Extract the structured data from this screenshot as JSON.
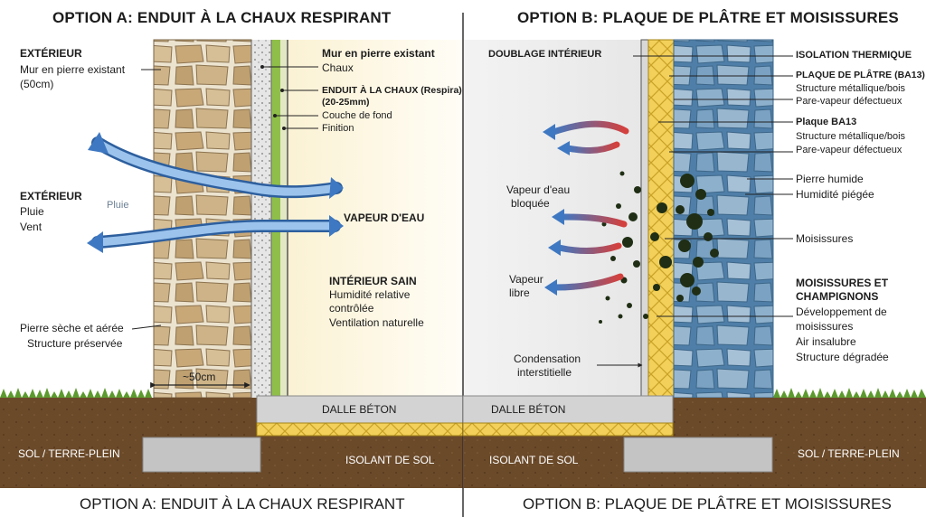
{
  "header": {
    "title_a": "OPTION A: ENDUIT À LA CHAUX RESPIRANT",
    "title_b": "OPTION B: PLAQUE DE PLÂTRE ET MOISISSURES"
  },
  "footer": {
    "title_a": "OPTION A: ENDUIT À LA CHAUX RESPIRANT",
    "title_b": "OPTION B: PLAQUE DE PLÂTRE ET MOISISSURES"
  },
  "left": {
    "exterior_title": "EXTÉRIEUR",
    "exterior_wall": "Mur en pierre existant",
    "exterior_thickness": "(50cm)",
    "weather_title": "EXTÉRIEUR",
    "weather_rain": "Pluie",
    "weather_wind": "Vent",
    "rain_tag": "Pluie",
    "dry_stone": "Pierre sèche et aérée",
    "structure_ok": "Structure préservée",
    "width_label": "~50cm",
    "wall_title": "Mur en pierre existant",
    "lime": "Chaux",
    "render_title_1": "ENDUIT À LA CHAUX (Respira)",
    "render_title_2": "(20-25mm)",
    "base_coat": "Couche de fond",
    "finish": "Finition",
    "vapour": "VAPEUR D'EAU",
    "healthy_title": "INTÉRIEUR SAIN",
    "healthy_1": "Humidité relative",
    "healthy_2": "contrôlée",
    "healthy_3": "Ventilation naturelle",
    "slab": "DALLE BÉTON",
    "soil": "SOL / TERRE-PLEIN",
    "floor_insulation": "ISOLANT DE SOL"
  },
  "right": {
    "lining": "DOUBLAGE INTÉRIEUR",
    "blocked_1": "Vapeur d'eau",
    "blocked_2": "bloquée",
    "free_1": "Vapeur",
    "free_2": "libre",
    "condensation_1": "Condensation",
    "condensation_2": "interstitielle",
    "insulation": "ISOLATION THERMIQUE",
    "board_1_title": "PLAQUE DE PLÂTRE (BA13)",
    "board_1_line1": "Structure métallique/bois",
    "board_1_line2": "Pare-vapeur défectueux",
    "board_2_title": "Plaque BA13",
    "board_2_line1": "Structure métallique/bois",
    "board_2_line2": "Pare-vapeur défectueux",
    "wet_stone": "Pierre humide",
    "trapped": "Humidité piégée",
    "mould": "Moisissures",
    "fungi_title_1": "MOISISSURES ET",
    "fungi_title_2": "CHAMPIGNONS",
    "fungi_1": "Développement de",
    "fungi_2": "moisissures",
    "fungi_3": "Air insalubre",
    "fungi_4": "Structure dégradée",
    "slab": "DALLE BÉTON",
    "soil_insulation": "ISOLANT DE SOL",
    "soil": "SOL / TERRE-PLEIN"
  },
  "colors": {
    "stone": "#c9b08a",
    "mortar": "#ece3cf",
    "lime_render": "#8fbf4a",
    "soil": "#6b4a2a",
    "grass": "#5c9a2e",
    "insulation": "#f2d05a",
    "wet_stone": "#7fa8c8",
    "mould": "#1f2e14",
    "arrow_blue": "#3f78c2",
    "arrow_red": "#d5403c",
    "slab": "#d3d3d3"
  }
}
